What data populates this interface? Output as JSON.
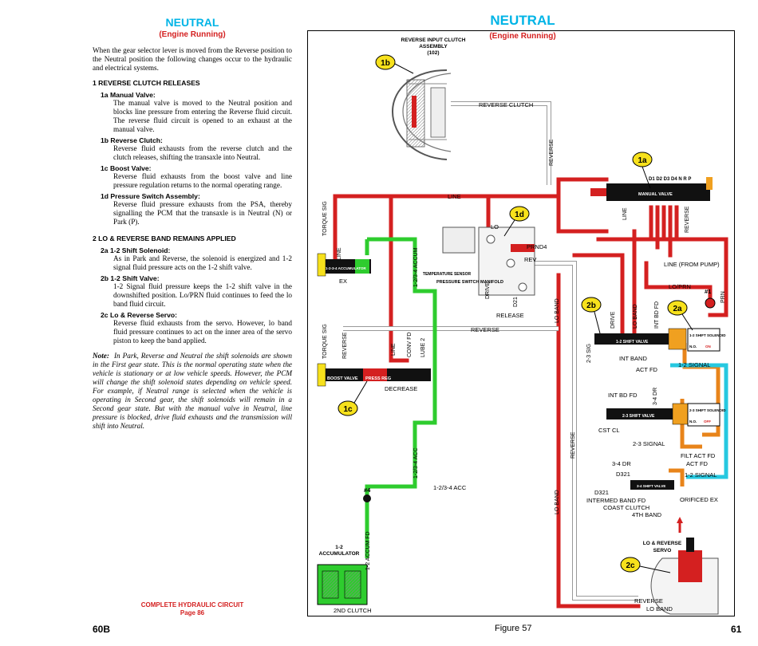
{
  "left_page": {
    "title": "NEUTRAL",
    "subtitle": "(Engine Running)",
    "intro": "When the gear selector lever is moved from the Reverse position to the Neutral position the following changes occur to the hydraulic and electrical systems.",
    "sections": [
      {
        "heading": "1  REVERSE CLUTCH RELEASES",
        "items": [
          {
            "heading": "1a  Manual Valve:",
            "body": "The manual valve is moved to the Neutral position and blocks line pressure from entering the Reverse fluid circuit. The reverse fluid circuit is opened to an exhaust at the manual valve."
          },
          {
            "heading": "1b  Reverse Clutch:",
            "body": "Reverse fluid exhausts from the reverse clutch and the clutch releases, shifting the transaxle into Neutral."
          },
          {
            "heading": "1c  Boost Valve:",
            "body": "Reverse fluid exhausts from the boost valve and line pressure regulation returns to the normal operating range."
          },
          {
            "heading": "1d  Pressure Switch Assembly:",
            "body": "Reverse fluid pressure exhausts from the PSA, thereby signalling the PCM that the transaxle is in Neutral (N) or Park (P)."
          }
        ]
      },
      {
        "heading": "2  LO & REVERSE BAND REMAINS APPLIED",
        "items": [
          {
            "heading": "2a  1-2 Shift Solenoid:",
            "body": "As in Park and Reverse, the solenoid is energized and 1-2 signal fluid pressure acts on the 1-2 shift valve."
          },
          {
            "heading": "2b  1-2 Shift Valve:",
            "body": "1-2 Signal fluid pressure keeps the 1-2 shift valve in the downshifted position. Lo/PRN fluid continues to feed the lo band fluid circuit."
          },
          {
            "heading": "2c  Lo & Reverse Servo:",
            "body": "Reverse fluid exhausts from the servo. However, lo band fluid pressure continues to act on the inner area of the servo piston to keep the band applied."
          }
        ]
      }
    ],
    "note_label": "Note:",
    "note": "In Park, Reverse and Neutral the shift solenoids are shown in the First gear state. This is the normal operating state when the vehicle is stationary or at low vehicle speeds. However, the PCM will change the shift solenoid states depending on vehicle speed. For example, if Neutral range is selected when the vehicle is operating in Second gear, the shift solenoids will remain in a Second gear state. But with the manual valve in Neutral, line pressure is blocked, drive fluid exhausts and the transmission will shift into Neutral.",
    "footer_line1": "COMPLETE HYDRAULIC CIRCUIT",
    "footer_line2": "Page 86",
    "page_number": "60B"
  },
  "right_page": {
    "title": "NEUTRAL",
    "subtitle": "(Engine Running)",
    "figure": "Figure 57",
    "page_number": "61"
  },
  "diagram": {
    "callouts": [
      "1a",
      "1b",
      "1c",
      "1d",
      "2a",
      "2b",
      "2c"
    ],
    "labels": {
      "reverse_input_clutch": "REVERSE INPUT CLUTCH",
      "assembly": "ASSEMBLY",
      "assembly_num": "(102)",
      "reverse_clutch": "REVERSE CLUTCH",
      "reverse": "REVERSE",
      "line": "LINE",
      "lo": "LO",
      "prnd4": "PRND4",
      "rev": "REV",
      "line_from_pump": "LINE (FROM PUMP)",
      "lo_prn": "LO/PRN",
      "prn": "PRN",
      "manual_valve": "MANUAL VALVE",
      "gear_positions": "D1 D2 D3  D4  N  R   P",
      "torque_sig": "TORQUE SIG",
      "accumulator": "1-2-3-4 ACCUMULATOR",
      "ex": "EX",
      "accum_1234": "1-2/3-4 ACCUM",
      "temp_sensor": "TEMPERATURE SENSOR",
      "pressure_switch": "PRESSURE SWITCH MANIFOLD",
      "drive": "DRIVE",
      "d21": "D21",
      "release": "RELEASE",
      "lo_band": "LO BAND",
      "boost_valve": "BOOST VALVE",
      "press_reg": "PRESS REG",
      "decrease": "DECREASE",
      "conv_fd": "CONV FD",
      "lube2": "LUBE 2",
      "shift12": "1-2 SHIFT VALVE",
      "shift23": "2-3 SHIFT VALVE",
      "shift34": "3-4 SHIFT VALVE",
      "sol12": "1-2 SHIFT SOLENOID",
      "sol23": "2-3 SHIFT SOLENOID",
      "no": "N.O.",
      "on": "ON",
      "off": "OFF",
      "int_band": "INT BAND",
      "act_fd": "ACT FD",
      "signal12": "1-2 SIGNAL",
      "signal23": "2-3 SIGNAL",
      "int_bd_fd": "INT BD FD",
      "dr34": "3-4 DR",
      "cst_cl": "CST CL",
      "filt_act_fd": "FILT ACT FD",
      "d321": "D321",
      "intermed_band_fd": "INTERMED BAND FD",
      "coast_clutch": "COAST CLUTCH",
      "fourth_band": "4TH BAND",
      "orificed_ex": "ORIFICED EX",
      "lo_rev_servo": "LO & REVERSE",
      "servo": "SERVO",
      "acc_1234": "1-2/3-4 ACC",
      "check4": "#4",
      "check1": "#1",
      "accumulator_12": "1-2",
      "accumulator_word": "ACCUMULATOR",
      "accum_fd_12": "1-2 ACCUM FD",
      "second_clutch": "2ND CLUTCH",
      "sig_23": "2-3 SIG"
    }
  },
  "colors": {
    "cyan_title": "#00b4e6",
    "red_fluid": "#d42020",
    "green_fluid": "#2ecc2e",
    "orange_fluid": "#e8841a",
    "cyan_fluid": "#26c8e0",
    "yellow_callout": "#f7e11c"
  }
}
